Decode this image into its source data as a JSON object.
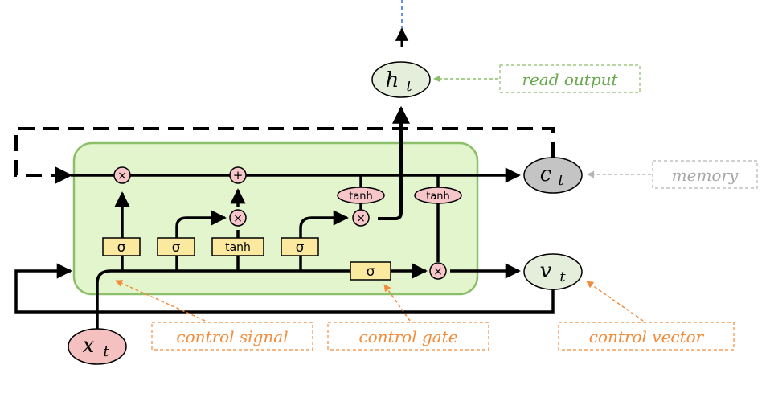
{
  "nodes": {
    "h": {
      "base": "h",
      "sub": "t"
    },
    "c": {
      "base": "c",
      "sub": "t"
    },
    "v": {
      "base": "v",
      "sub": "t"
    },
    "x": {
      "base": "x",
      "sub": "t"
    }
  },
  "ops": {
    "multiply": "×",
    "add": "+",
    "sigma": "σ",
    "tanh": "tanh"
  },
  "labels": {
    "read_output": "read output",
    "memory": "memory",
    "control_signal": "control signal",
    "control_gate": "control gate",
    "control_vector": "control vector"
  },
  "colors": {
    "cell_fill": "#e2f5cc",
    "cell_border": "#8cbf6a",
    "gate_fill": "#fbe9a0",
    "op_fill": "#f6c6c8",
    "h_node": "#e4eedb",
    "c_node": "#c4c4c4",
    "v_node": "#e4eedb",
    "x_node": "#f4c0c0",
    "label_green": "#6aa84f",
    "label_gray": "#a8a8a8",
    "label_orange": "#f28c3a"
  }
}
